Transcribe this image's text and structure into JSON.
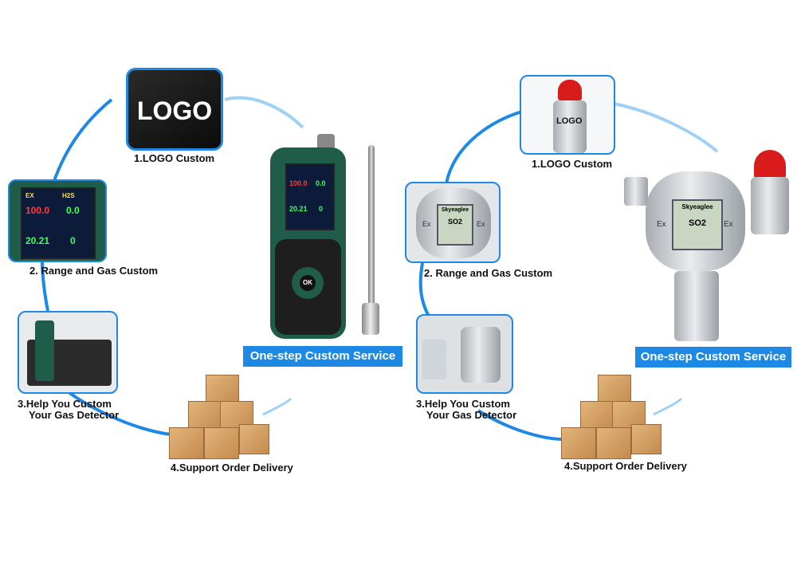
{
  "left": {
    "logo_tile_text": "LOGO",
    "step1": "1.LOGO Custom",
    "step2": "2. Range and Gas Custom",
    "step3_line1": "3.Help You Custom",
    "step3_line2": "Your Gas Detector",
    "step4": "4.Support Order Delivery",
    "banner": "One-step Custom Service",
    "screen": {
      "ex": "EX",
      "h2s": "H2S",
      "v1": "100.0",
      "v2": "0.0",
      "v3": "20.21",
      "v4": "0",
      "v5": "0",
      "ok": "OK"
    }
  },
  "right": {
    "logo_text": "LOGO",
    "step1": "1.LOGO Custom",
    "step2": "2. Range and Gas Custom",
    "step3_line1": "3.Help You Custom",
    "step3_line2": "Your Gas Detector",
    "step4": "4.Support Order Delivery",
    "banner": "One-step Custom Service",
    "brand": "Skyeaglee",
    "ex": "Ex",
    "gas": "SO2"
  },
  "colors": {
    "accent": "#1e88e5",
    "device_green": "#1f5c4a",
    "box": "#d4a06a",
    "alarm": "#d81b1b"
  }
}
